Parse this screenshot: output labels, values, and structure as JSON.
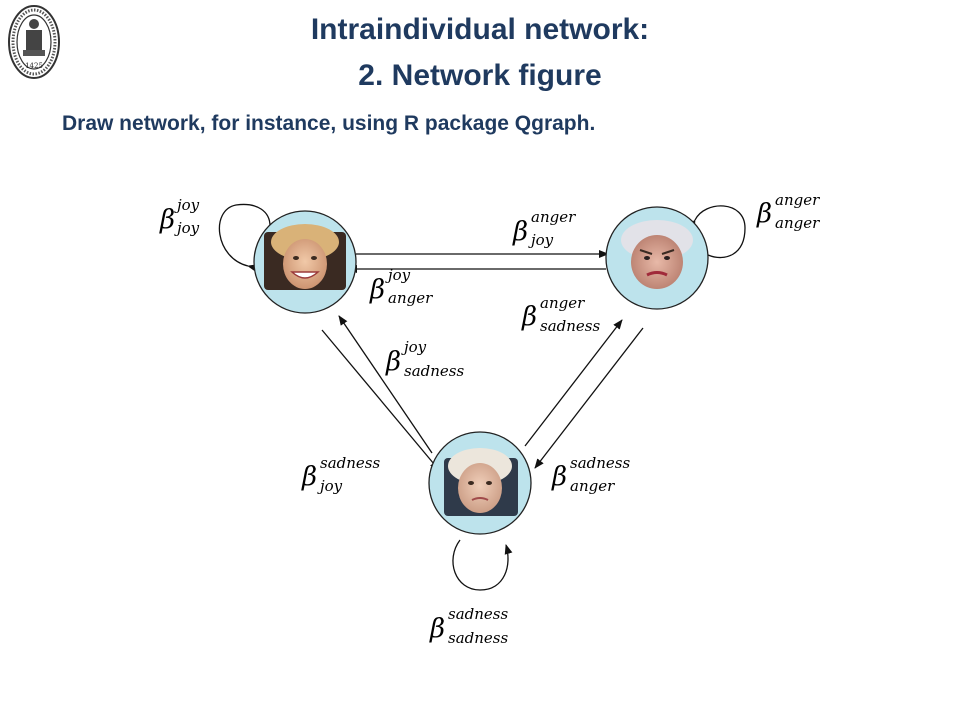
{
  "slide": {
    "title_line1": "Intraindividual network:",
    "title_line2": "2. Network figure",
    "subtitle": "Draw network, for instance, using R package Qgraph.",
    "logo_year": "1425",
    "title_color": "#1f3a5f"
  },
  "nodes": [
    {
      "id": "joy",
      "image": "smiling-woman-face"
    },
    {
      "id": "anger",
      "image": "angry-woman-face"
    },
    {
      "id": "sadness",
      "image": "sad-woman-face"
    }
  ],
  "node_fill": "#bde3ec",
  "beta_symbol": "β",
  "labels": [
    {
      "key": "joy_joy",
      "sup": "joy",
      "sub": "joy"
    },
    {
      "key": "anger_joy",
      "sup": "anger",
      "sub": "joy"
    },
    {
      "key": "anger_anger",
      "sup": "anger",
      "sub": "anger"
    },
    {
      "key": "joy_anger",
      "sup": "joy",
      "sub": "anger"
    },
    {
      "key": "anger_sadness",
      "sup": "anger",
      "sub": "sadness"
    },
    {
      "key": "joy_sadness",
      "sup": "joy",
      "sub": "sadness"
    },
    {
      "key": "sadness_joy",
      "sup": "sadness",
      "sub": "joy"
    },
    {
      "key": "sadness_anger",
      "sup": "sadness",
      "sub": "anger"
    },
    {
      "key": "sadness_sadness",
      "sup": "sadness",
      "sub": "sadness"
    }
  ]
}
